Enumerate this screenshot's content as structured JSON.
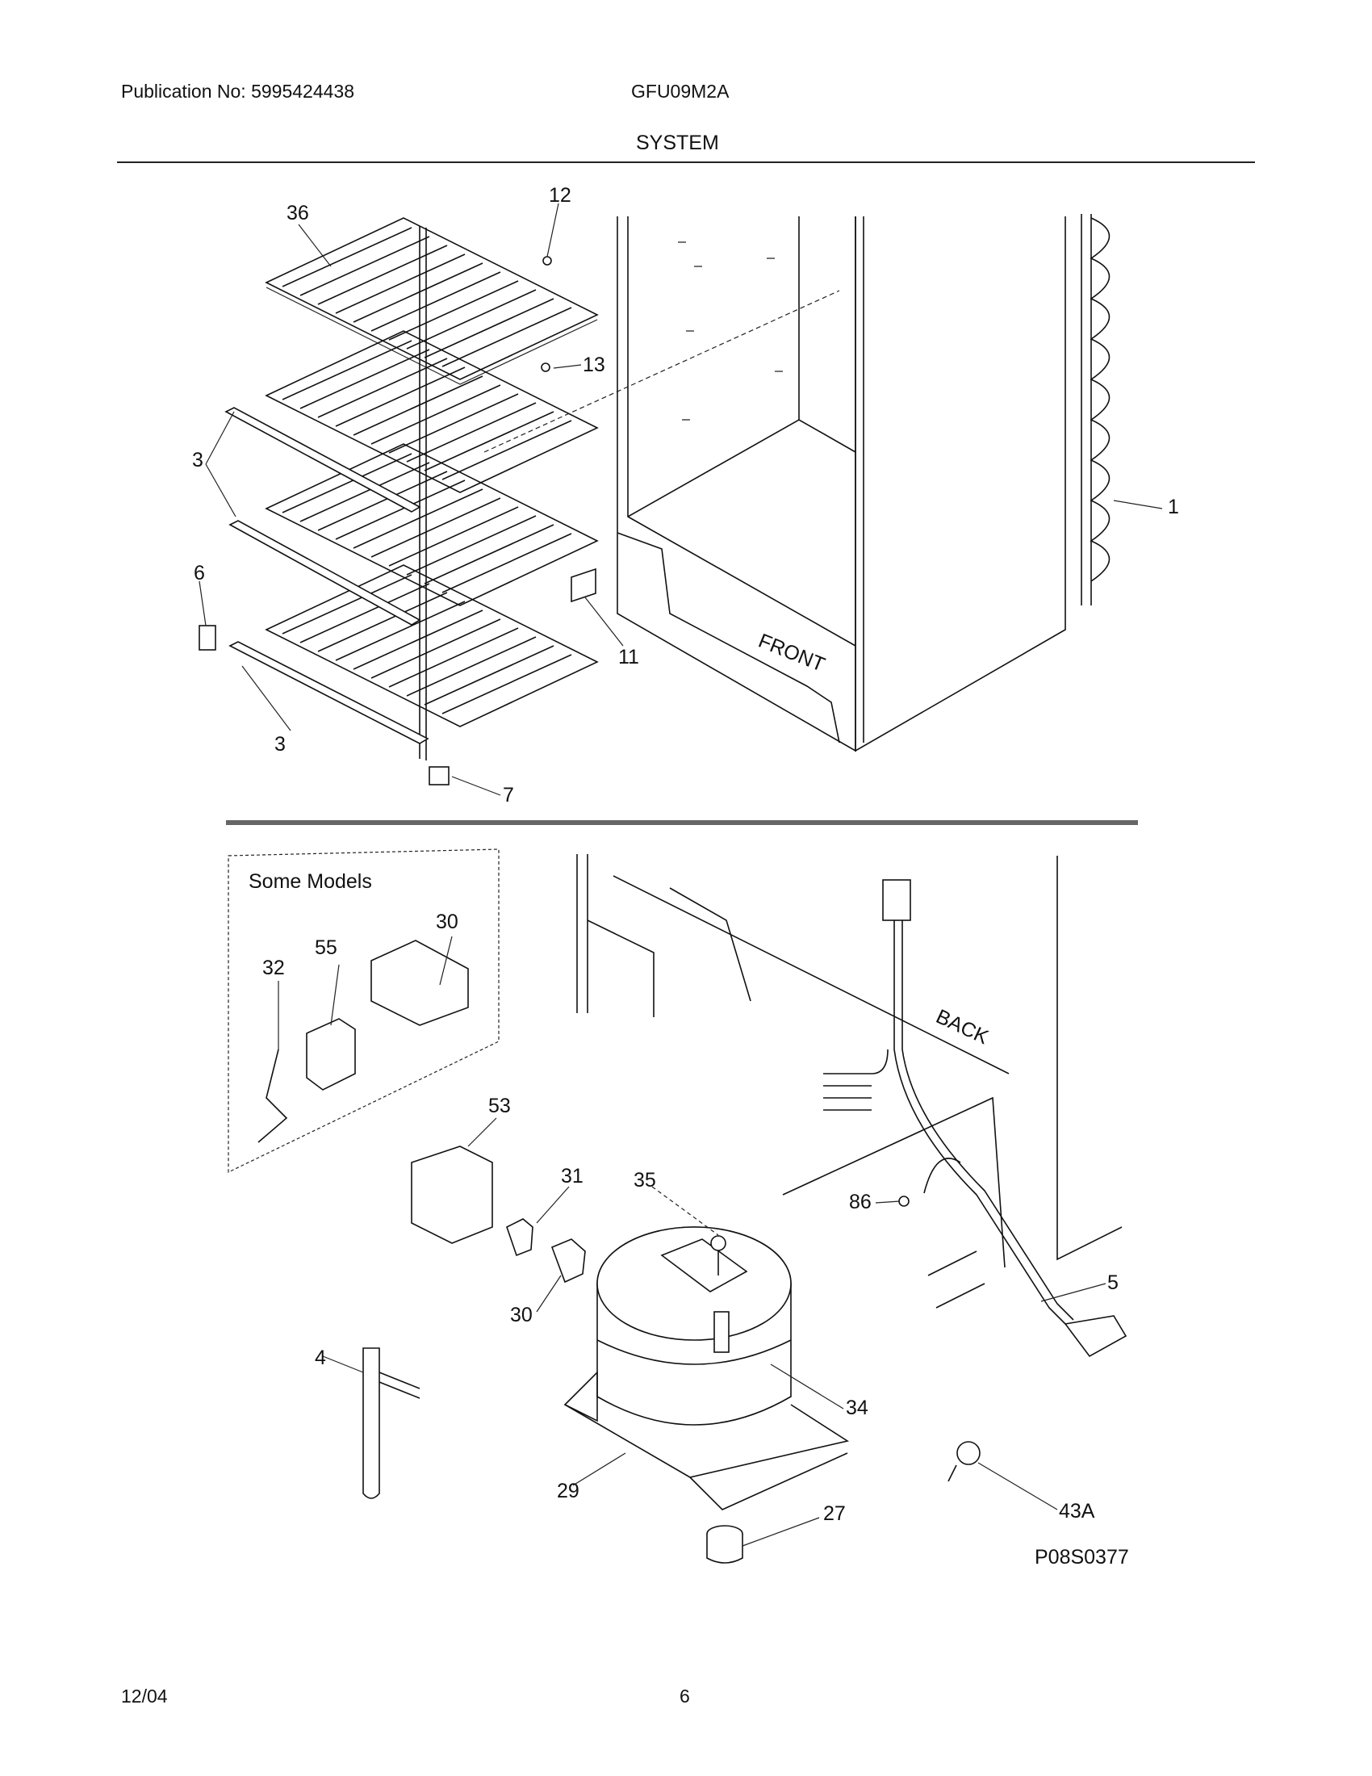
{
  "header": {
    "publication": "Publication No: 5995424438",
    "model": "GFU09M2A",
    "section": "SYSTEM"
  },
  "diagram": {
    "inset_title": "Some Models",
    "front_label": "FRONT",
    "back_label": "BACK",
    "drawing_id": "P08S0377",
    "part_labels": {
      "p36": "36",
      "p12": "12",
      "p13": "13",
      "p3a": "3",
      "p3b": "3",
      "p6": "6",
      "p11": "11",
      "p7": "7",
      "p1": "1",
      "p30a": "30",
      "p55": "55",
      "p32": "32",
      "p53": "53",
      "p31": "31",
      "p35": "35",
      "p86": "86",
      "p5": "5",
      "p30b": "30",
      "p4": "4",
      "p34": "34",
      "p29": "29",
      "p27": "27",
      "p43a": "43A"
    }
  },
  "footer": {
    "date": "12/04",
    "page": "6"
  }
}
